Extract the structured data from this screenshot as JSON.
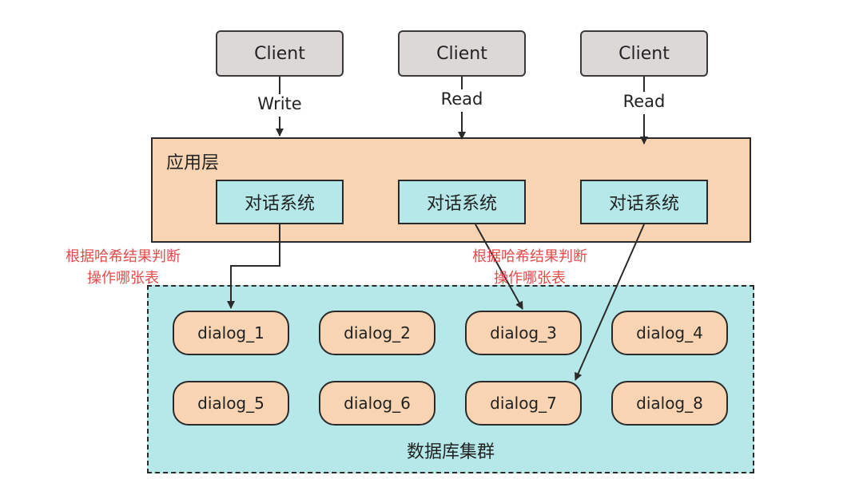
{
  "clients": [
    {
      "label": "Client",
      "op": "Write"
    },
    {
      "label": "Client",
      "op": "Read"
    },
    {
      "label": "Client",
      "op": "Read"
    }
  ],
  "app_layer": {
    "title": "应用层",
    "services": [
      "对话系统",
      "对话系统",
      "对话系统"
    ]
  },
  "notes": [
    {
      "line1": "根据哈希结果判断",
      "line2": "操作哪张表"
    },
    {
      "line1": "根据哈希结果判断",
      "line2": "操作哪张表"
    }
  ],
  "cluster": {
    "title": "数据库集群",
    "tables": [
      "dialog_1",
      "dialog_2",
      "dialog_3",
      "dialog_4",
      "dialog_5",
      "dialog_6",
      "dialog_7",
      "dialog_8"
    ]
  },
  "colors": {
    "client_fill": "#dcd8d8",
    "app_fill": "#f8d4b3",
    "service_fill": "#b6e8e9",
    "cluster_fill": "#b6e8e9",
    "table_fill": "#f8d4b3",
    "note_text": "#e84a4a",
    "stroke": "#2a2a2a"
  }
}
